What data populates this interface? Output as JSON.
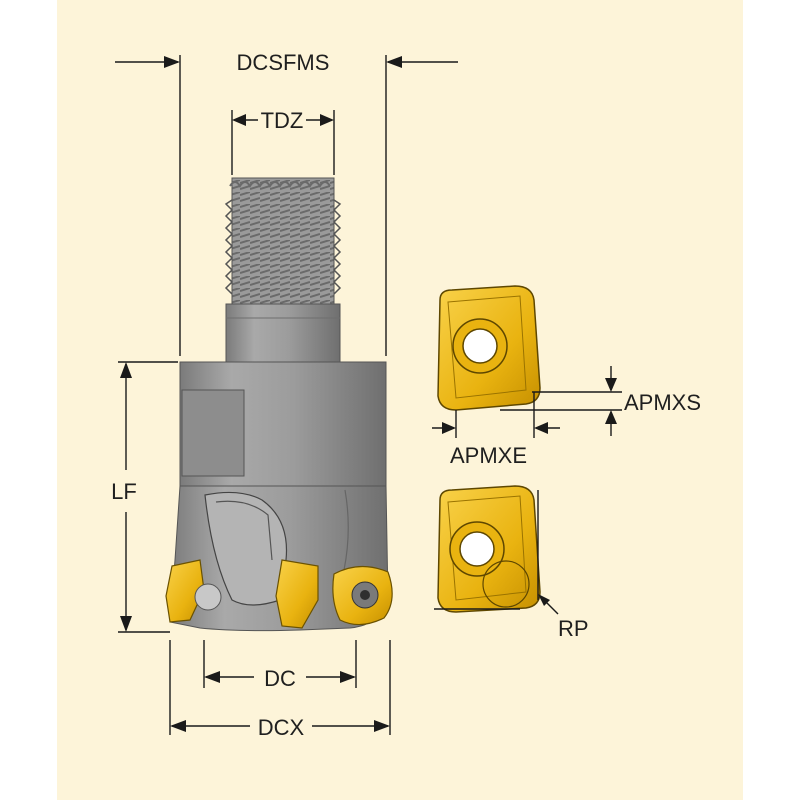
{
  "labels": {
    "dcsfms": "DCSFMS",
    "tdz": "TDZ",
    "lf": "LF",
    "dc": "DC",
    "dcx": "DCX",
    "apmxs": "APMXS",
    "apmxe": "APMXE",
    "rp": "RP"
  },
  "colors": {
    "background": "#fdf4d9",
    "tool_body": "#9a9a9a",
    "insert": "#f5c21b",
    "dimension_lines": "#1a1a1a"
  },
  "icons": {
    "tool": "milling-cutter-icon",
    "insert_top": "insert-icon",
    "insert_bottom": "insert-icon"
  }
}
